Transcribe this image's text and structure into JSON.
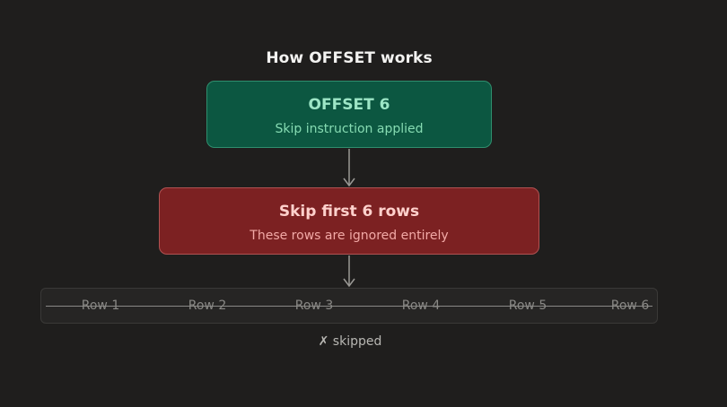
{
  "diagram": {
    "title": "How OFFSET works",
    "offset_box": {
      "title": "OFFSET 6",
      "subtitle": "Skip instruction applied"
    },
    "skip_box": {
      "title": "Skip first 6 rows",
      "subtitle": "These rows are ignored entirely"
    },
    "rows": [
      "Row 1",
      "Row 2",
      "Row 3",
      "Row 4",
      "Row 5",
      "Row 6"
    ],
    "skipped_label": "✗ skipped",
    "colors": {
      "background": "#1f1e1d",
      "offset_fill": "#0c5741",
      "offset_text": "#9de6c6",
      "skip_fill": "#7c2122",
      "skip_text": "#ffd1cc",
      "row_text": "#8a8986"
    }
  }
}
